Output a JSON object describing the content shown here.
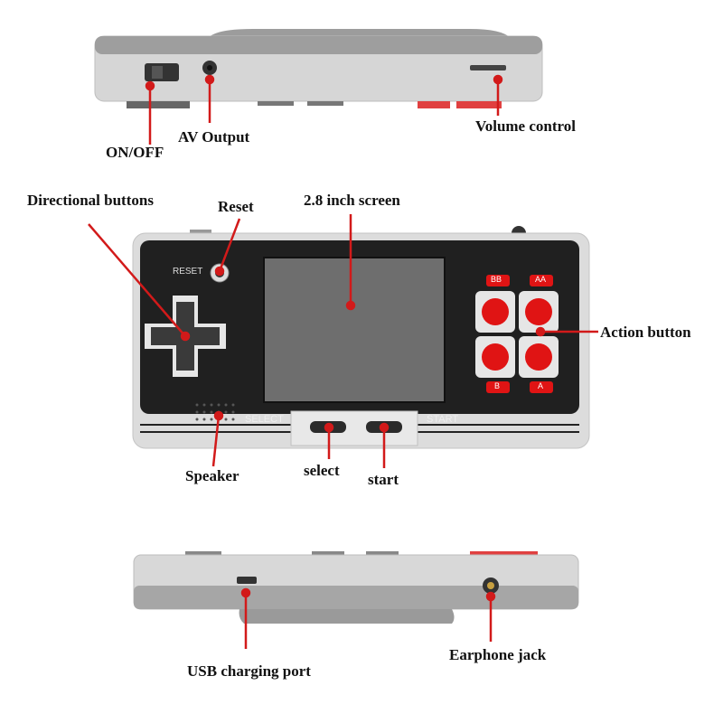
{
  "labels": {
    "on_off": "ON/OFF",
    "av_output": "AV Output",
    "volume_control": "Volume control",
    "directional_buttons": "Directional buttons",
    "reset": "Reset",
    "screen": "2.8 inch screen",
    "action_button": "Action button",
    "speaker": "Speaker",
    "select": "select",
    "start": "start",
    "usb_port": "USB charging port",
    "earphone_jack": "Earphone jack"
  },
  "device_print": {
    "reset": "RESET",
    "select": "SELECT",
    "start": "START",
    "bb": "BB",
    "aa": "AA",
    "b": "B",
    "a": "A"
  },
  "colors": {
    "shell": "#d9d9d9",
    "shell_dark": "#9a9a9a",
    "face": "#222222",
    "screen": "#6b6b6b",
    "button_red": "#e01414",
    "pointer_red": "#d21a1a"
  }
}
